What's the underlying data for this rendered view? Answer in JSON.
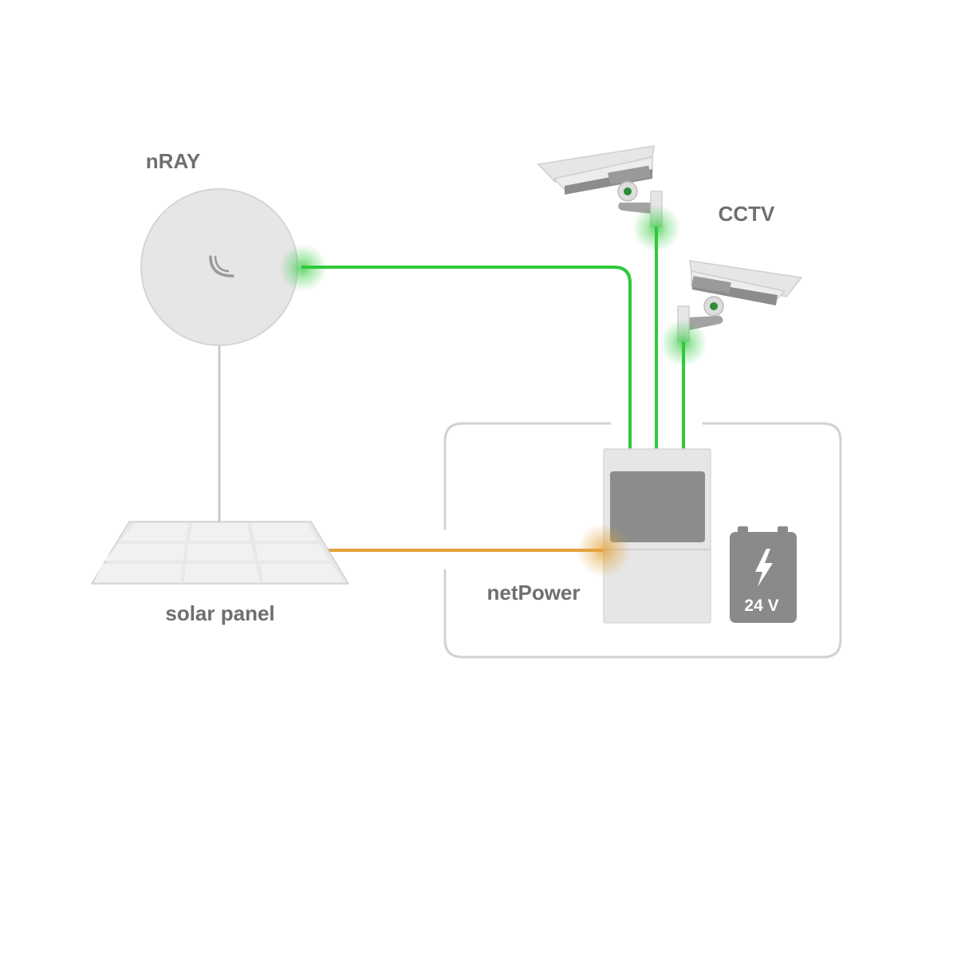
{
  "labels": {
    "nray": "nRAY",
    "cctv": "CCTV",
    "solar_panel": "solar panel",
    "netpower": "netPower",
    "battery_voltage": "24 V"
  },
  "colors": {
    "ethernet_link": "#2ec93b",
    "power_link": "#e3a33b",
    "device_fill": "#e6e6e6",
    "device_stroke": "#d5d5d5",
    "screen_fill": "#8c8c8c",
    "battery_fill": "#8a8a8a",
    "label_text": "#6f6f6f",
    "enclosure_stroke": "#d2d2d2",
    "mast": "#c8c8c8"
  },
  "icons": {
    "nray_logo": "mikrotik-logo-icon",
    "battery_bolt": "lightning-bolt-icon"
  },
  "links": [
    {
      "from": "nRAY",
      "to": "netPower",
      "type": "ethernet"
    },
    {
      "from": "CCTV",
      "to": "netPower",
      "type": "ethernet"
    },
    {
      "from": "CCTV",
      "to": "netPower",
      "type": "ethernet"
    },
    {
      "from": "solar panel",
      "to": "netPower",
      "type": "power"
    }
  ]
}
